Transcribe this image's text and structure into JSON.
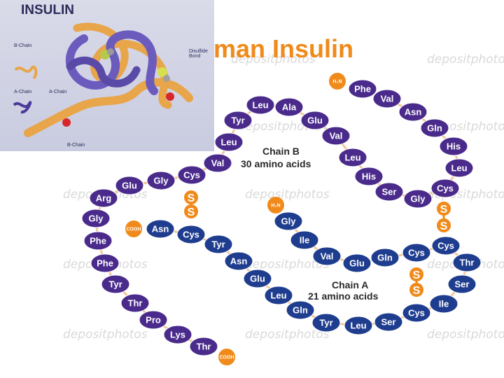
{
  "title": "man Insulin",
  "watermark": "depositphotos",
  "colors": {
    "chain_b": "#4a2b8c",
    "chain_a": "#1f3d8f",
    "bond": "#f08a1a",
    "terminal": "#f08a1a",
    "link": "#f2c79b",
    "title": "#f08a1a"
  },
  "chain_b": {
    "label_1": "Chain B",
    "label_2": "30 amino acids",
    "n_terminus": "H₂N",
    "c_terminus": "COOH",
    "residues": [
      "Phe",
      "Val",
      "Asn",
      "Gln",
      "His",
      "Leu",
      "Cys",
      "Gly",
      "Ser",
      "His",
      "Leu",
      "Val",
      "Glu",
      "Ala",
      "Leu",
      "Tyr",
      "Leu",
      "Val",
      "Cys",
      "Gly",
      "Glu",
      "Arg",
      "Gly",
      "Phe",
      "Phe",
      "Tyr",
      "Thr",
      "Pro",
      "Lys",
      "Thr"
    ]
  },
  "chain_a": {
    "label_1": "Chain A",
    "label_2": "21 amino acids",
    "n_terminus": "H₂N",
    "c_terminus": "COOH",
    "residues": [
      "Gly",
      "Ile",
      "Val",
      "Glu",
      "Gln",
      "Cys",
      "Cys",
      "Thr",
      "Ser",
      "Ile",
      "Cys",
      "Ser",
      "Leu",
      "Tyr",
      "Gln",
      "Leu",
      "Glu",
      "Asn",
      "Tyr",
      "Cys",
      "Asn"
    ]
  },
  "disulfide_label": "S",
  "inset": {
    "title": "INSULIN",
    "b_chain_label": "B-Chain",
    "a_chain_label": "A-Chain",
    "a_chain_arrow_label": "A-Chain",
    "b_chain_arrow_label": "B-Chain",
    "disulfide_label": "Disulfide\nBond"
  }
}
